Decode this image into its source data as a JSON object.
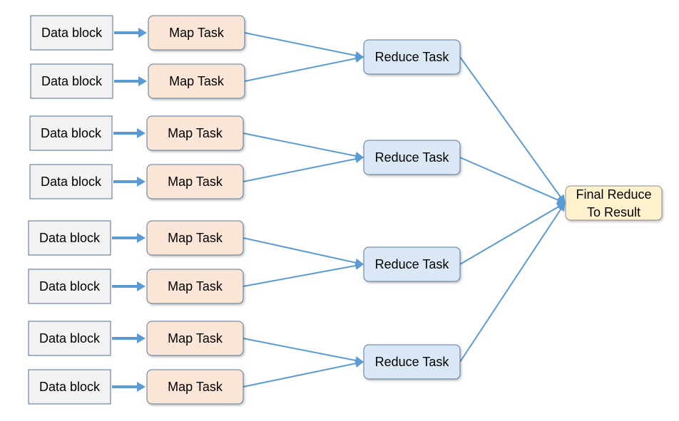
{
  "colors": {
    "data_block_fill": "#f2f2f2",
    "data_block_stroke": "#4f6f8f",
    "map_fill": "#fbe5d6",
    "map_stroke": "#5b7a99",
    "reduce_fill": "#dae8f5",
    "reduce_stroke": "#5b7a99",
    "final_fill": "#fff2cc",
    "final_stroke": "#8f8f8f",
    "arrow": "#5b9bd5"
  },
  "data_blocks": [
    {
      "label": "Data block"
    },
    {
      "label": "Data block"
    },
    {
      "label": "Data block"
    },
    {
      "label": "Data block"
    },
    {
      "label": "Data block"
    },
    {
      "label": "Data block"
    },
    {
      "label": "Data block"
    },
    {
      "label": "Data block"
    }
  ],
  "map_tasks": [
    {
      "label": "Map Task"
    },
    {
      "label": "Map Task"
    },
    {
      "label": "Map Task"
    },
    {
      "label": "Map Task"
    },
    {
      "label": "Map Task"
    },
    {
      "label": "Map Task"
    },
    {
      "label": "Map Task"
    },
    {
      "label": "Map Task"
    }
  ],
  "reduce_tasks": [
    {
      "label": "Reduce Task"
    },
    {
      "label": "Reduce Task"
    },
    {
      "label": "Reduce Task"
    },
    {
      "label": "Reduce Task"
    }
  ],
  "final_reduce": {
    "line1": "Final Reduce",
    "line2": "To Result"
  }
}
